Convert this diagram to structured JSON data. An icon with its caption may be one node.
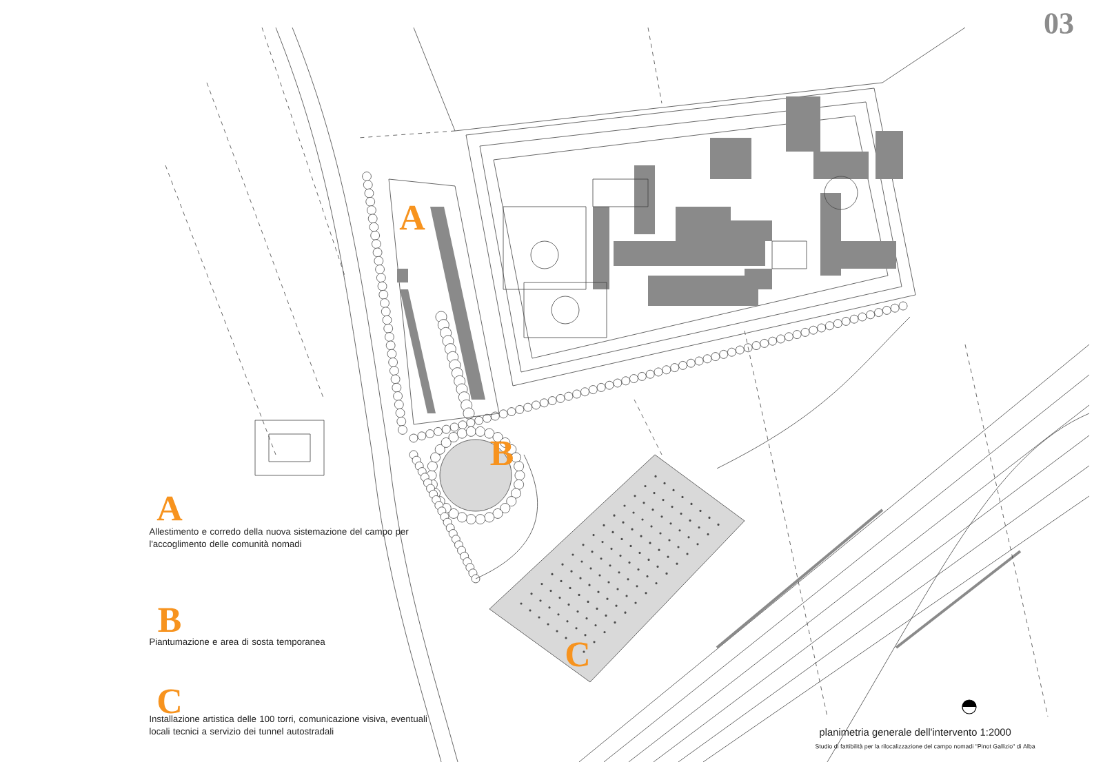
{
  "diagram": {
    "title": "planimetria generale dell'intervento 1:2000",
    "caption": "Studio di fattibilità per la rilocalizzazione del campo nomadi \"Pinot Gallizio\" di Alba",
    "labels": [
      "03",
      "A",
      "B",
      "C",
      "A",
      "Allestimento e corredo della nuova sistemazione del campo per l'accoglimento delle comunità nomadi",
      "B",
      "Piantumazione e area di sosta temporanea",
      "C",
      "Installazione artistica delle 100 torri, comunicazione visiva, eventuali locali tecnici a servizio dei tunnel autostradali"
    ]
  }
}
